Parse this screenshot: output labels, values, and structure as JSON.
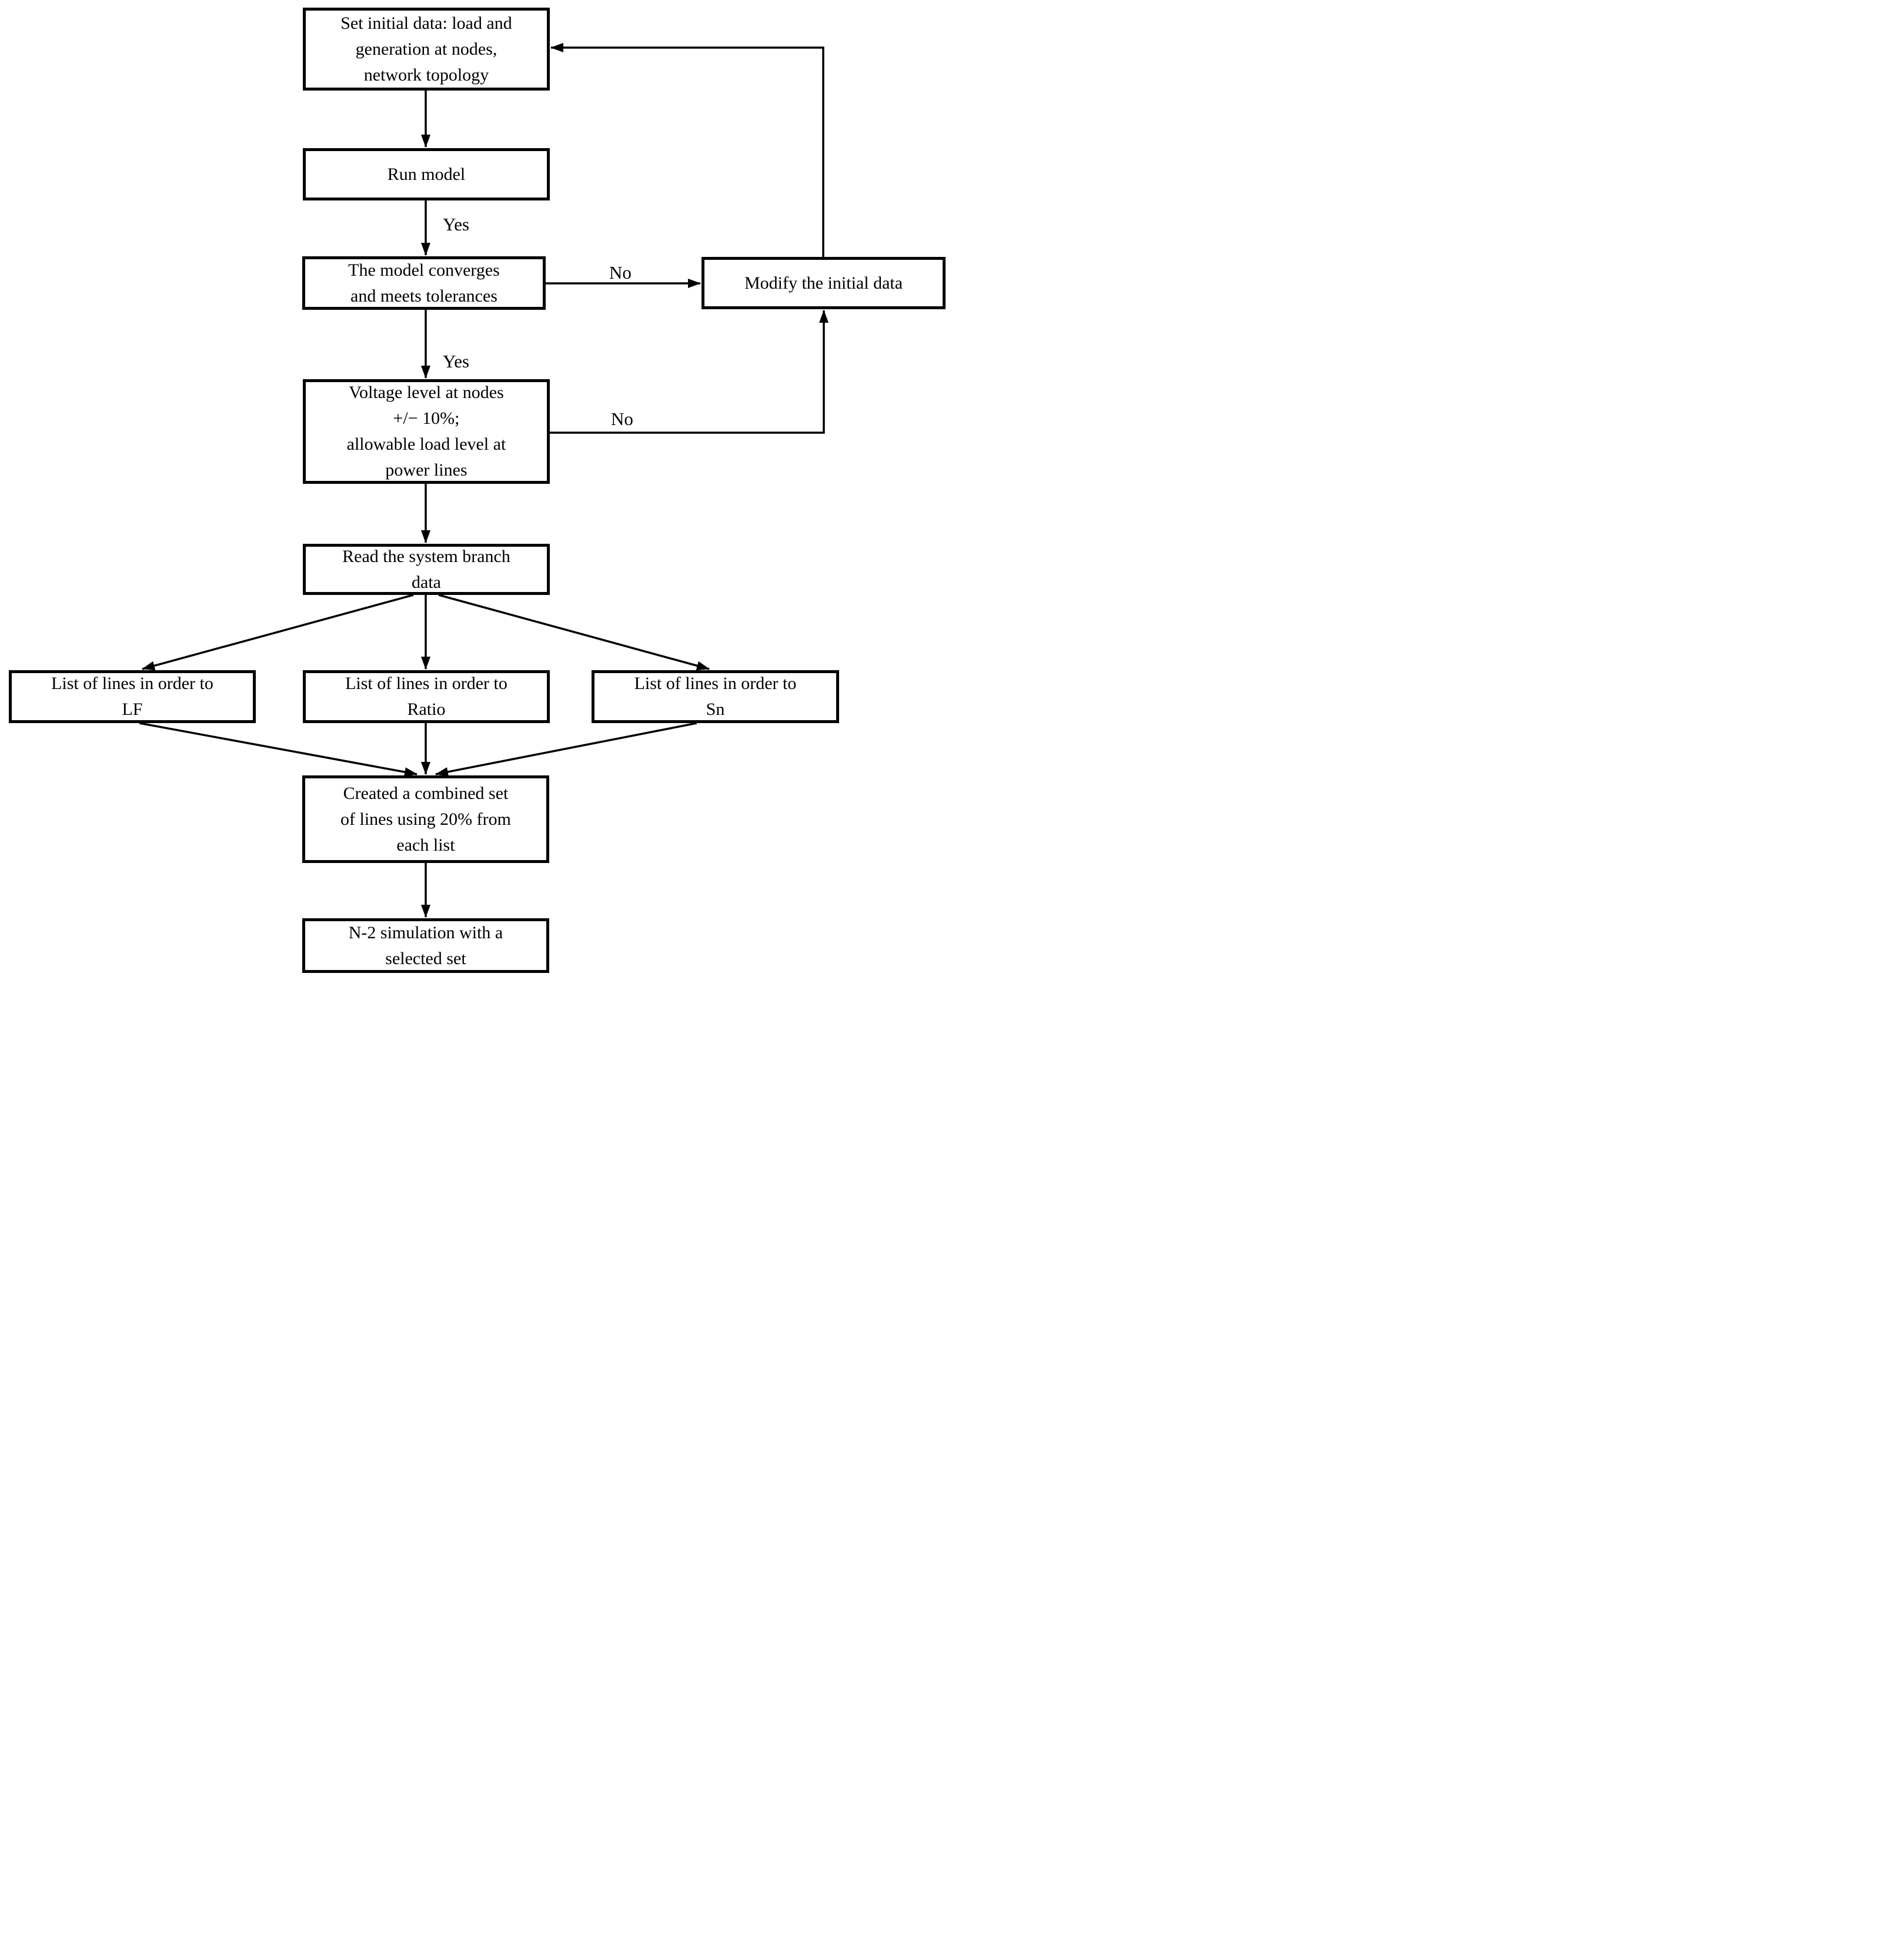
{
  "figure": {
    "type": "flowchart",
    "background_color": "#ffffff",
    "stroke_color": "#000000",
    "text_color": "#000000"
  },
  "nodes": {
    "set_initial": {
      "lines": [
        "Set initial data: load and",
        "generation at nodes,",
        "network topology"
      ]
    },
    "run_model": {
      "lines": [
        "Run model"
      ]
    },
    "converges": {
      "lines": [
        "The model converges",
        "and meets tolerances"
      ]
    },
    "voltage": {
      "lines": [
        "Voltage level at nodes",
        "+/− 10%;",
        "allowable load level at",
        "power lines"
      ]
    },
    "modify": {
      "lines": [
        "Modify the initial data"
      ]
    },
    "read_branch": {
      "lines": [
        "Read the system branch",
        "data"
      ]
    },
    "list_lf": {
      "lines": [
        "List of lines in order to",
        "LF"
      ]
    },
    "list_ratio": {
      "lines": [
        "List of lines in order to",
        "Ratio"
      ]
    },
    "list_sn": {
      "lines": [
        "List of lines in order to",
        "Sn"
      ]
    },
    "combined": {
      "lines": [
        "Created a combined set",
        "of lines using 20% from",
        "each list"
      ]
    },
    "n2_simulation": {
      "lines": [
        "N-2 simulation with a",
        "selected set"
      ]
    }
  },
  "edge_labels": {
    "yes1": "Yes",
    "yes2": "Yes",
    "no1": "No",
    "no2": "No"
  }
}
